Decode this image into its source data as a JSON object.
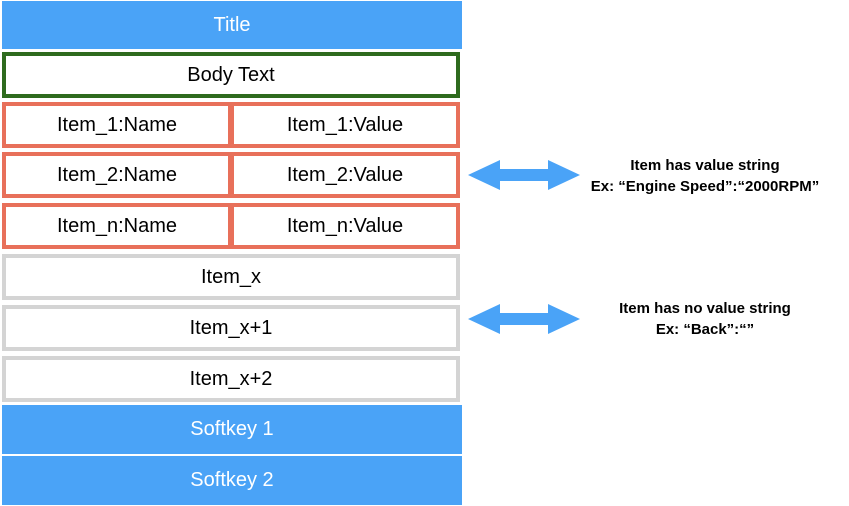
{
  "colors": {
    "bar": "#4aa3f7",
    "body_border": "#2e6b1e",
    "value_item_border": "#e8705a",
    "plain_item_border": "#d4d4d4",
    "arrow": "#4aa3f7"
  },
  "title": "Title",
  "body_text": "Body Text",
  "value_items": [
    {
      "name": "Item_1:Name",
      "value": "Item_1:Value"
    },
    {
      "name": "Item_2:Name",
      "value": "Item_2:Value"
    },
    {
      "name": "Item_n:Name",
      "value": "Item_n:Value"
    }
  ],
  "plain_items": [
    "Item_x",
    "Item_x+1",
    "Item_x+2"
  ],
  "softkeys": [
    "Softkey 1",
    "Softkey 2"
  ],
  "annotations": {
    "value_item": {
      "line1": "Item has value string",
      "line2": "Ex: “Engine Speed”:“2000RPM”"
    },
    "plain_item": {
      "line1": "Item has no value string",
      "line2": "Ex: “Back”:“”"
    }
  }
}
